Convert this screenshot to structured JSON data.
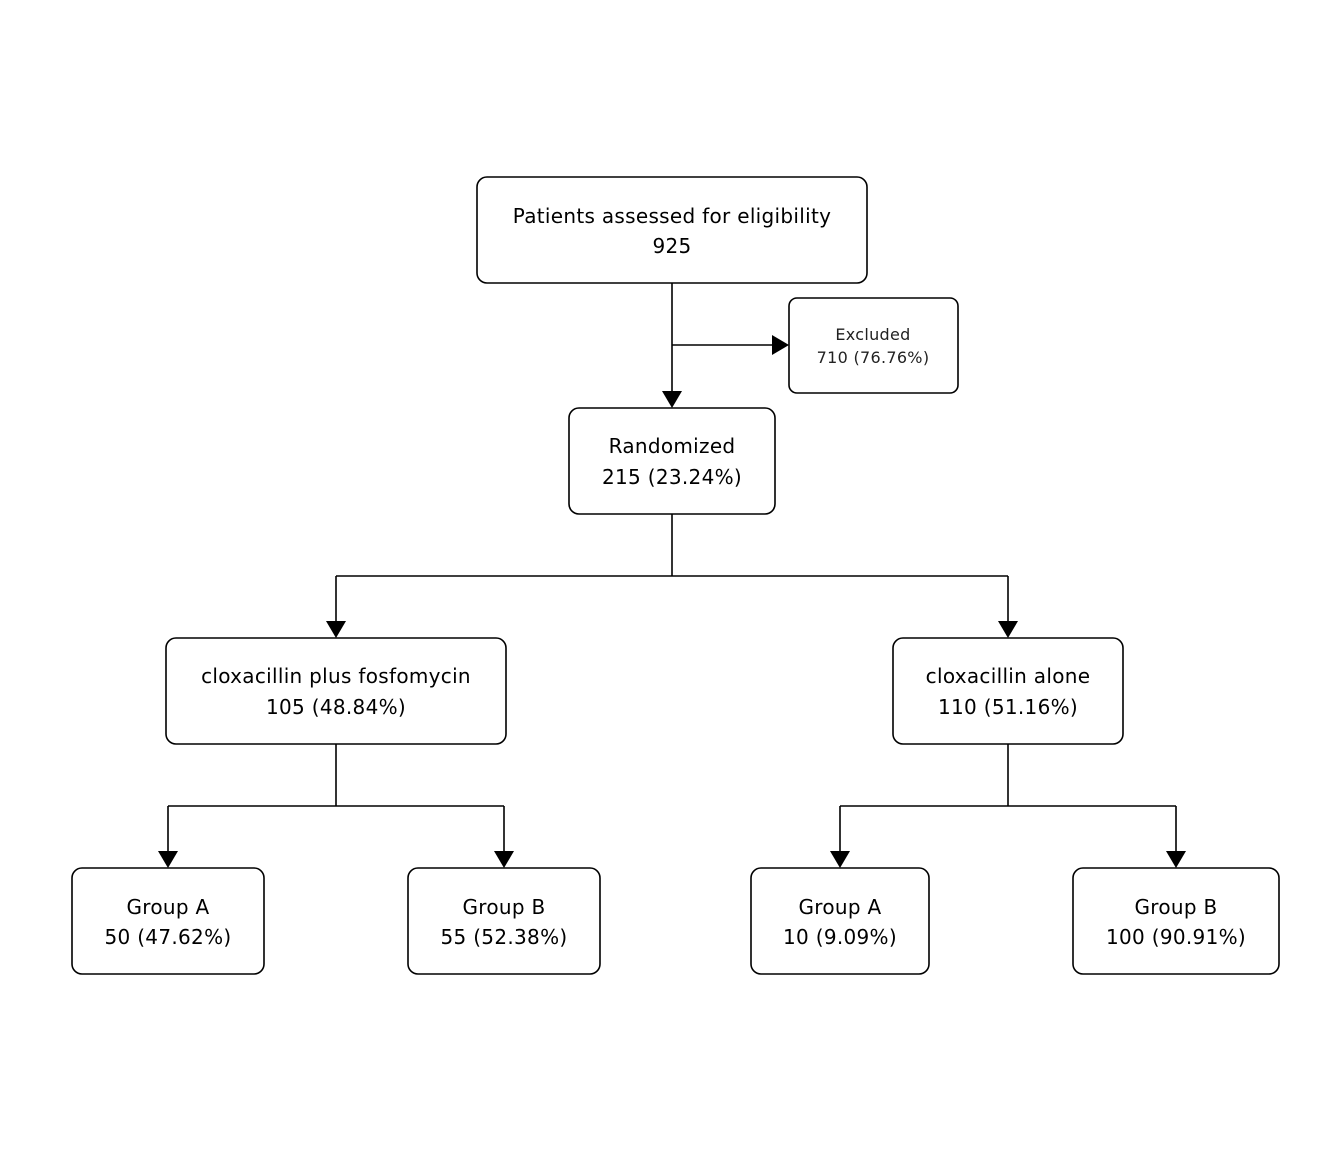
{
  "nodes": {
    "assessed": {
      "label": "Patients assessed for eligibility",
      "value": "925"
    },
    "excluded": {
      "label": "Excluded",
      "value": "710 (76.76%)"
    },
    "randomized": {
      "label": "Randomized",
      "value": "215 (23.24%)"
    },
    "arm_combo": {
      "label": "cloxacillin plus fosfomycin",
      "value": "105 (48.84%)"
    },
    "arm_alone": {
      "label": "cloxacillin alone",
      "value": "110 (51.16%)"
    },
    "combo_group_a": {
      "label": "Group A",
      "value": "50 (47.62%)"
    },
    "combo_group_b": {
      "label": "Group B",
      "value": "55 (52.38%)"
    },
    "alone_group_a": {
      "label": "Group A",
      "value": "10 (9.09%)"
    },
    "alone_group_b": {
      "label": "Group B",
      "value": "100 (90.91%)"
    }
  },
  "colors": {
    "stroke": "#000000",
    "background": "#ffffff"
  }
}
